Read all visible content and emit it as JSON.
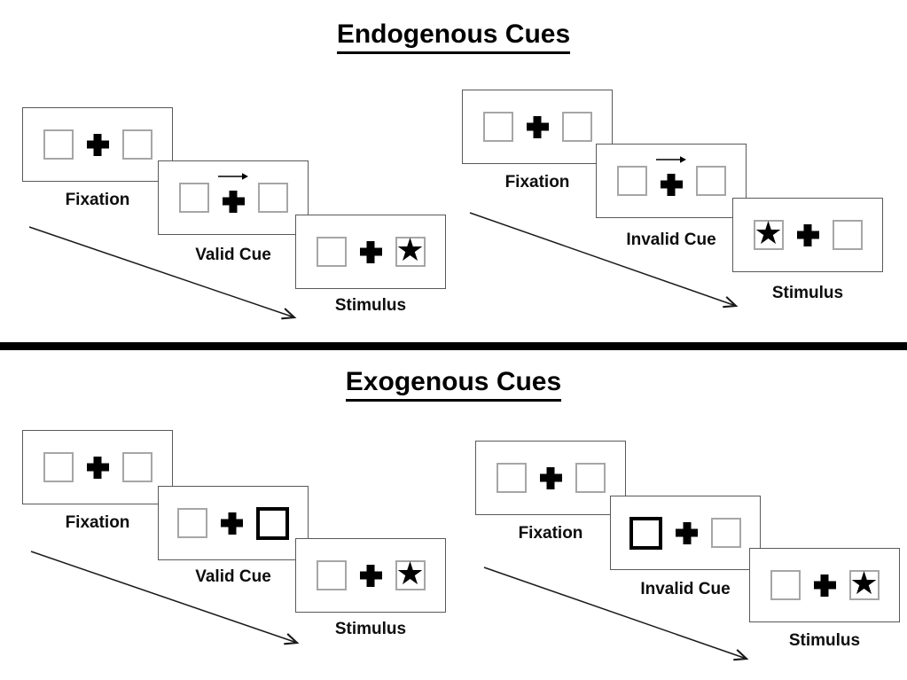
{
  "colors": {
    "background": "#ffffff",
    "panel_border": "#595959",
    "box_border": "#a6a6a6",
    "ink": "#000000"
  },
  "icons": {
    "star": "★",
    "fixation_cross": "plus-cross",
    "cue_arrow": "right-arrow"
  },
  "sections": [
    {
      "title": "Endogenous Cues",
      "groups": [
        {
          "name": "valid",
          "panels": [
            {
              "label": "Fixation",
              "cue": "none",
              "star": "none"
            },
            {
              "label": "Valid Cue",
              "cue": "arrow-right",
              "star": "none"
            },
            {
              "label": "Stimulus",
              "cue": "none",
              "star": "right"
            }
          ]
        },
        {
          "name": "invalid",
          "panels": [
            {
              "label": "Fixation",
              "cue": "none",
              "star": "none"
            },
            {
              "label": "Invalid Cue",
              "cue": "arrow-right",
              "star": "none"
            },
            {
              "label": "Stimulus",
              "cue": "none",
              "star": "left"
            }
          ]
        }
      ]
    },
    {
      "title": "Exogenous Cues",
      "groups": [
        {
          "name": "valid",
          "panels": [
            {
              "label": "Fixation",
              "cue": "none",
              "star": "none"
            },
            {
              "label": "Valid Cue",
              "cue": "bold-box-right",
              "star": "none"
            },
            {
              "label": "Stimulus",
              "cue": "none",
              "star": "right"
            }
          ]
        },
        {
          "name": "invalid",
          "panels": [
            {
              "label": "Fixation",
              "cue": "none",
              "star": "none"
            },
            {
              "label": "Invalid Cue",
              "cue": "bold-box-left",
              "star": "none"
            },
            {
              "label": "Stimulus",
              "cue": "none",
              "star": "right"
            }
          ]
        }
      ]
    }
  ]
}
